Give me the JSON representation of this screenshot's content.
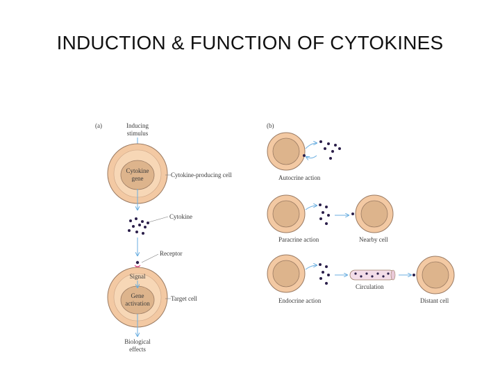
{
  "title": "INDUCTION & FUNCTION OF CYTOKINES",
  "colors": {
    "membrane": "#f3c9a3",
    "cytoplasm": "#f7d7b6",
    "nucleus": "#ddb48c",
    "outline": "#9a7a62",
    "arrow": "#6aaee0",
    "dot": "#2b1f4a",
    "receptor": "#e04a8a"
  },
  "panel_a": {
    "label": "(a)",
    "inducing_stimulus": [
      "Inducing",
      "stimulus"
    ],
    "nucleus_label": [
      "Cytokine",
      "gene"
    ],
    "producing_cell": "Cytokine-producing cell",
    "cytokine": "Cytokine",
    "receptor": "Receptor",
    "signal": "Signal",
    "gene_activation": [
      "Gene",
      "activation"
    ],
    "target_cell": "Target cell",
    "biological_effects": [
      "Biological",
      "effects"
    ]
  },
  "panel_b": {
    "label": "(b)",
    "autocrine": "Autocrine action",
    "paracrine": "Paracrine action",
    "nearby_cell": "Nearby cell",
    "endocrine": "Endocrine action",
    "circulation": "Circulation",
    "distant_cell": "Distant cell"
  }
}
